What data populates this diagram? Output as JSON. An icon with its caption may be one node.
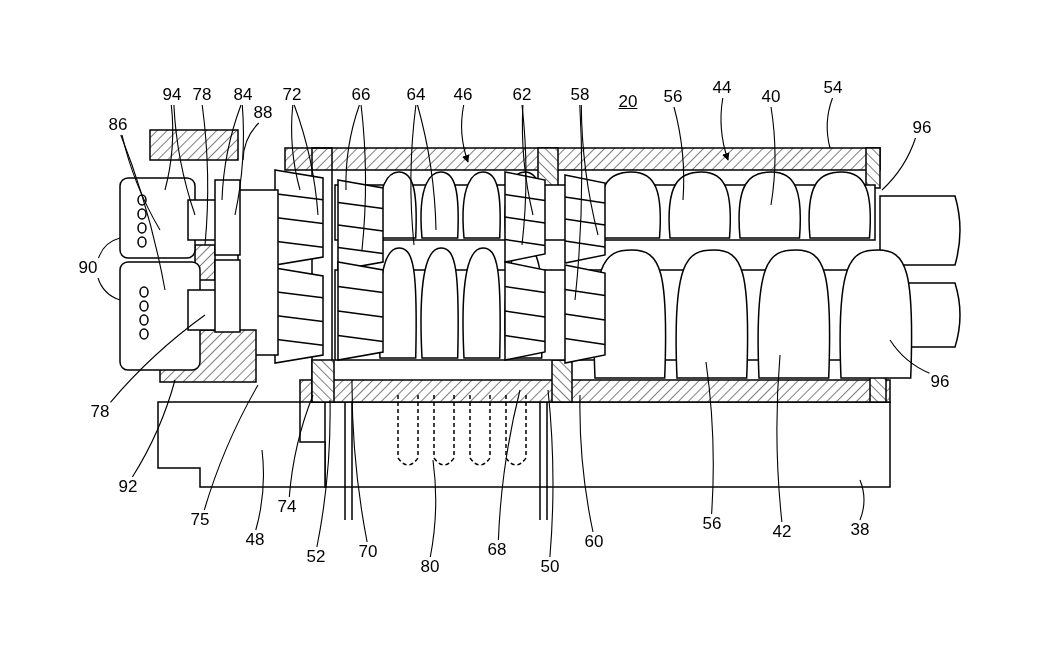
{
  "diagram": {
    "nodes": [
      {
        "text": [
          "94"
        ]
      },
      {
        "text": [
          "78"
        ]
      },
      {
        "text": [
          "84"
        ]
      },
      {
        "text": [
          "72"
        ]
      },
      {
        "text": [
          "66"
        ]
      },
      {
        "text": [
          "64"
        ]
      },
      {
        "text": [
          "46"
        ]
      },
      {
        "text": [
          "62"
        ]
      },
      {
        "text": [
          "58"
        ]
      },
      {
        "text": [
          "56"
        ]
      },
      {
        "text": [
          "44"
        ]
      },
      {
        "text": [
          "40"
        ]
      },
      {
        "text": [
          "54"
        ]
      },
      {
        "text": [
          "96"
        ]
      },
      {
        "text": [
          "86"
        ]
      },
      {
        "text": [
          "88"
        ]
      },
      {
        "text": [
          "90"
        ]
      },
      {
        "text": [
          "78"
        ]
      },
      {
        "text": [
          "92"
        ]
      },
      {
        "text": [
          "75"
        ]
      },
      {
        "text": [
          "48"
        ]
      },
      {
        "text": [
          "74"
        ]
      },
      {
        "text": [
          "52"
        ]
      },
      {
        "text": [
          "70"
        ]
      },
      {
        "text": [
          "80"
        ]
      },
      {
        "text": [
          "68"
        ]
      },
      {
        "text": [
          "50"
        ]
      },
      {
        "text": [
          "60"
        ]
      },
      {
        "text": [
          "56"
        ]
      },
      {
        "text": [
          "42"
        ]
      },
      {
        "text": [
          "38"
        ]
      },
      {
        "text": [
          "96"
        ]
      }
    ],
    "edges": [
      {
        "from": 0,
        "to": null,
        "arrow": "none"
      },
      {
        "from": 0,
        "to": null,
        "arrow": "none"
      },
      {
        "from": 1,
        "to": null,
        "arrow": "none"
      },
      {
        "from": 2,
        "to": null,
        "arrow": "none"
      },
      {
        "from": 2,
        "to": null,
        "arrow": "none"
      },
      {
        "from": 3,
        "to": null,
        "arrow": "none"
      },
      {
        "from": 3,
        "to": null,
        "arrow": "none"
      },
      {
        "from": 4,
        "to": null,
        "arrow": "none"
      },
      {
        "from": 4,
        "to": null,
        "arrow": "none"
      },
      {
        "from": 5,
        "to": null,
        "arrow": "none"
      },
      {
        "from": 5,
        "to": null,
        "arrow": "none"
      },
      {
        "from": 6,
        "to": null,
        "arrow": "to"
      },
      {
        "from": 7,
        "to": null,
        "arrow": "none"
      },
      {
        "from": 7,
        "to": null,
        "arrow": "none"
      },
      {
        "from": 8,
        "to": null,
        "arrow": "none"
      },
      {
        "from": 8,
        "to": null,
        "arrow": "none"
      },
      {
        "from": 9,
        "to": null,
        "arrow": "none"
      },
      {
        "from": 10,
        "to": null,
        "arrow": "to"
      },
      {
        "from": 11,
        "to": null,
        "arrow": "none"
      },
      {
        "from": 12,
        "to": null,
        "arrow": "none"
      },
      {
        "from": 13,
        "to": null,
        "arrow": "none"
      },
      {
        "from": 14,
        "to": null,
        "arrow": "none"
      },
      {
        "from": 14,
        "to": null,
        "arrow": "none"
      },
      {
        "from": 15,
        "to": null,
        "arrow": "none"
      },
      {
        "from": 16,
        "to": null,
        "arrow": "none"
      },
      {
        "from": 16,
        "to": null,
        "arrow": "none"
      },
      {
        "from": 17,
        "to": null,
        "arrow": "none"
      },
      {
        "from": 18,
        "to": null,
        "arrow": "none"
      },
      {
        "from": 19,
        "to": null,
        "arrow": "none"
      },
      {
        "from": 20,
        "to": null,
        "arrow": "none"
      },
      {
        "from": 21,
        "to": null,
        "arrow": "none"
      },
      {
        "from": 22,
        "to": null,
        "arrow": "none"
      },
      {
        "from": 23,
        "to": null,
        "arrow": "none"
      },
      {
        "from": 24,
        "to": null,
        "arrow": "none"
      },
      {
        "from": 25,
        "to": null,
        "arrow": "none"
      },
      {
        "from": 26,
        "to": null,
        "arrow": "none"
      },
      {
        "from": 27,
        "to": null,
        "arrow": "none"
      },
      {
        "from": 28,
        "to": null,
        "arrow": "none"
      },
      {
        "from": 29,
        "to": null,
        "arrow": "none"
      },
      {
        "from": 30,
        "to": null,
        "arrow": "none"
      },
      {
        "from": 31,
        "to": null,
        "arrow": "none"
      }
    ],
    "labels": [
      "20"
    ]
  }
}
